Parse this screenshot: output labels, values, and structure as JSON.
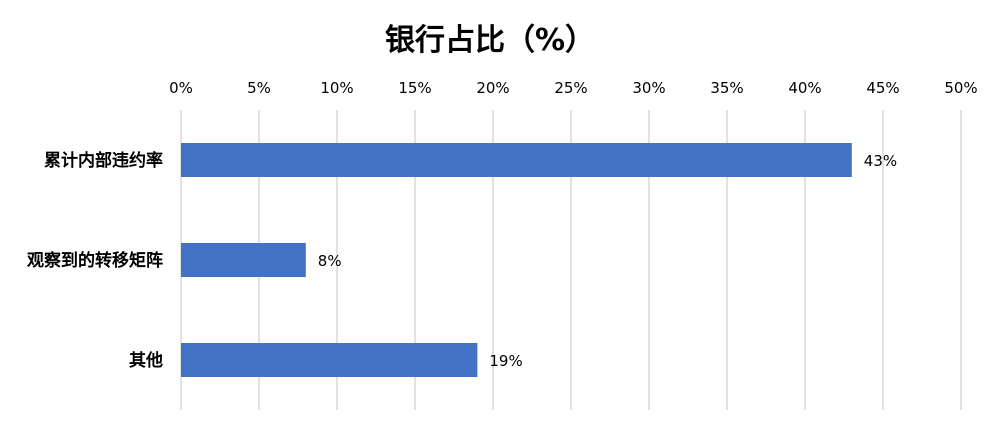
{
  "chart_data": {
    "type": "bar",
    "orientation": "horizontal",
    "title": "银行占比（%）",
    "categories": [
      "累计内部违约率",
      "观察到的转移矩阵",
      "其他"
    ],
    "values": [
      43,
      8,
      19
    ],
    "value_labels": [
      "43%",
      "8%",
      "19%"
    ],
    "xlim": [
      0,
      50
    ],
    "x_ticks": [
      "0%",
      "5%",
      "10%",
      "15%",
      "20%",
      "25%",
      "30%",
      "35%",
      "40%",
      "45%",
      "50%"
    ],
    "x_axis_position": "top",
    "grid": true,
    "legend": "none",
    "bar_color": "#4472C4",
    "grid_color": "#D9D9D9"
  }
}
